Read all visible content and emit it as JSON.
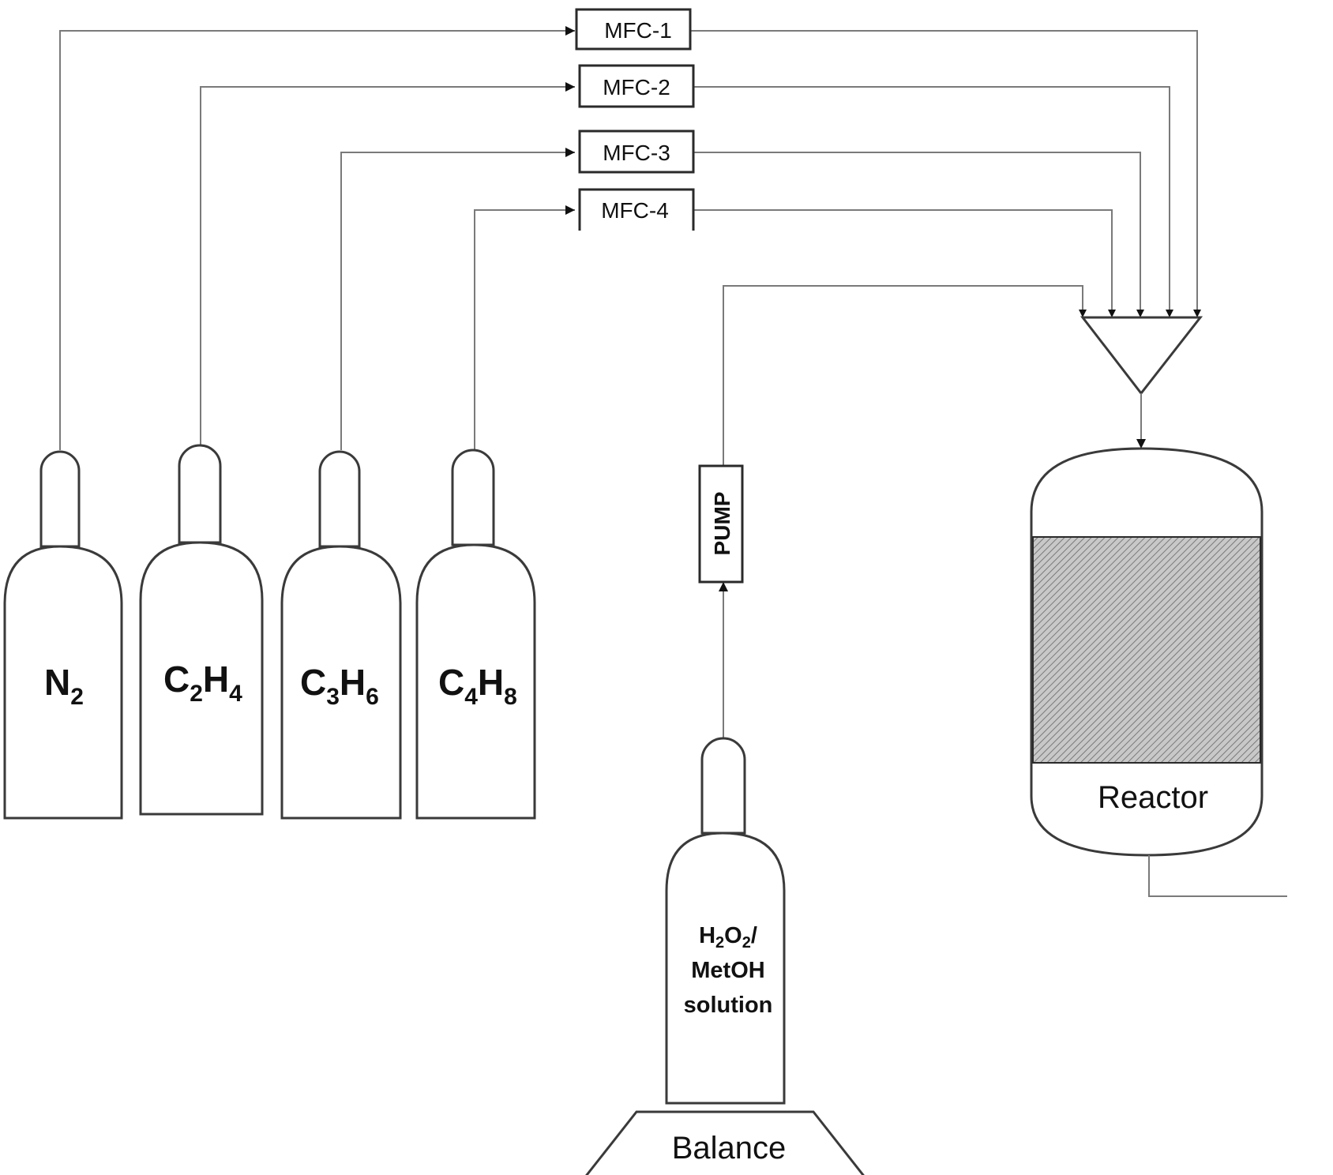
{
  "mfcs": [
    {
      "label": "MFC-1"
    },
    {
      "label": "MFC-2"
    },
    {
      "label": "MFC-3"
    },
    {
      "label": "MFC-4"
    }
  ],
  "cylinders": [
    {
      "base": "N",
      "sub": "2"
    },
    {
      "part1": "C",
      "sub1": "2",
      "part2": "H",
      "sub2": "4"
    },
    {
      "part1": "C",
      "sub1": "3",
      "part2": "H",
      "sub2": "6"
    },
    {
      "part1": "C",
      "sub1": "4",
      "part2": "H",
      "sub2": "8"
    }
  ],
  "pump": {
    "label": "PUMP"
  },
  "feed": {
    "line1_a": "H",
    "line1_sub_a": "2",
    "line1_b": "O",
    "line1_sub_b": "2",
    "line1_c": "/",
    "line2": "MetOH",
    "line3": "solution"
  },
  "balance": {
    "label": "Balance"
  },
  "reactor": {
    "label": "Reactor"
  }
}
